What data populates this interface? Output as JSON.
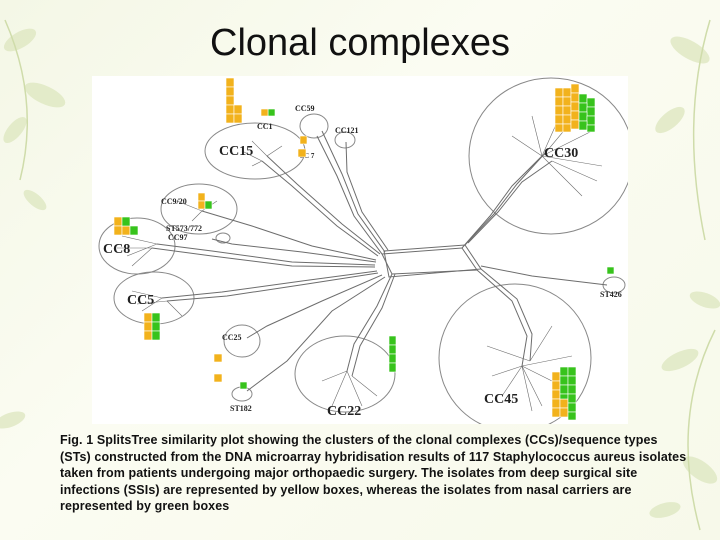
{
  "slide": {
    "title": "Clonal complexes",
    "caption": "Fig. 1 SplitsTree similarity plot showing the clusters of the clonal complexes (CCs)/sequence types (STs) constructed from the DNA microarray hybridisation results of 117 Staphylococcus aureus isolates taken from patients undergoing major orthopaedic surgery. The isolates from deep surgical site infections (SSIs) are represented by yellow boxes, whereas the isolates from nasal carriers are represented by green boxes"
  },
  "colors": {
    "ssi": "#f2b21c",
    "nasal": "#37c31c",
    "lines": "#6d6d6d"
  },
  "clusters": {
    "cc1": "CC1",
    "cc59": "CC59",
    "cc121": "CC121",
    "cc15": "CC15",
    "cc7": "CC 7",
    "cc30": "CC30",
    "cc9_20": "CC9/20",
    "st573": "ST573/772",
    "cc97": "CC97",
    "cc8": "CC8",
    "cc5": "CC5",
    "st426": "ST426",
    "cc25": "CC25",
    "st182": "ST182",
    "cc22": "CC22",
    "cc45": "CC45"
  }
}
